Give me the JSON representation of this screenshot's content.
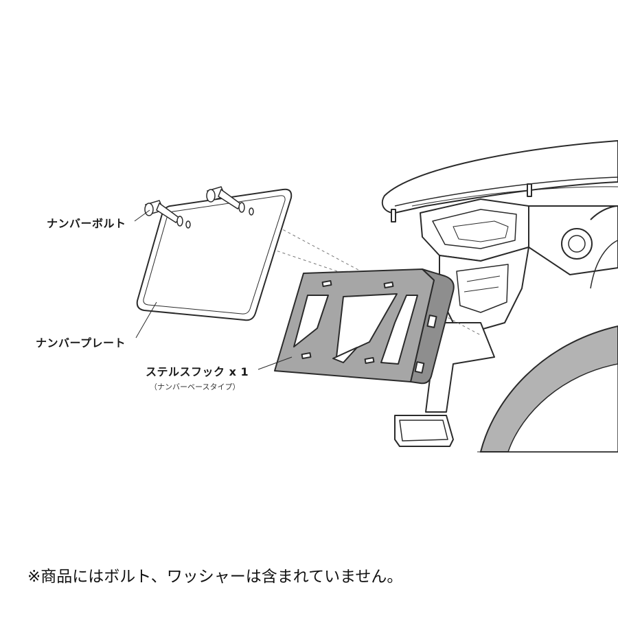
{
  "labels": {
    "number_bolt": "ナンバーボルト",
    "number_plate": "ナンバープレート",
    "product_name": "ステルスフック x 1",
    "product_type": "（ナンバーベースタイプ）"
  },
  "note": "※商品にはボルト、ワッシャーは含まれていません。",
  "colors": {
    "line": "#2a2a2a",
    "bracket_fill": "#a6a6a6",
    "tire_fill": "#b3b3b3",
    "body_fill": "#ffffff"
  }
}
